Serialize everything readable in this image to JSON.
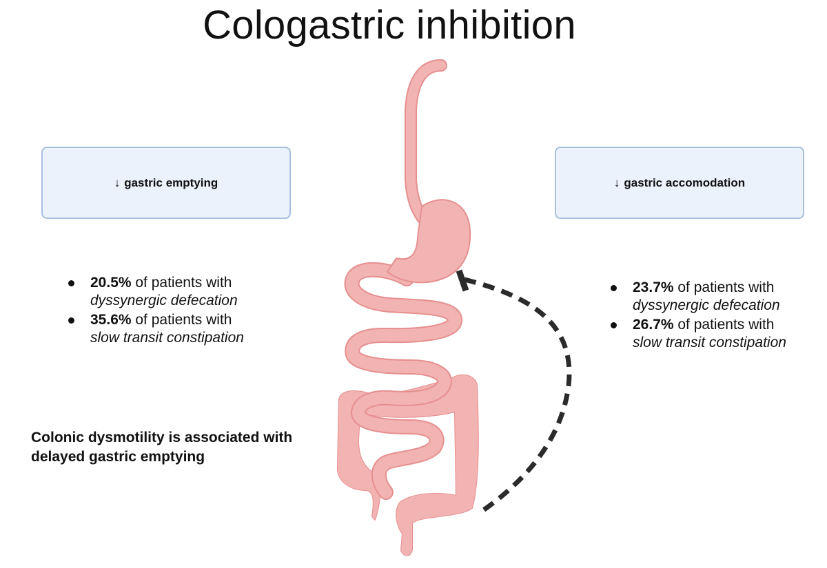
{
  "title": "Cologastric inhibition",
  "left_box": {
    "arrow": "↓",
    "label": "gastric emptying"
  },
  "right_box": {
    "arrow": "↓",
    "label": "gastric accomodation"
  },
  "left_stats": [
    {
      "percent": "20.5%",
      "text": " of patients with",
      "condition": "dyssynergic defecation"
    },
    {
      "percent": "35.6%",
      "text": " of patients with",
      "condition": "slow transit constipation"
    }
  ],
  "right_stats": [
    {
      "percent": "23.7%",
      "text": " of patients with",
      "condition": "dyssynergic defecation"
    },
    {
      "percent": "26.7%",
      "text": " of patients with",
      "condition": "slow transit constipation"
    }
  ],
  "note": "Colonic dysmotility is associated with delayed gastric emptying",
  "colors": {
    "gi_fill": "#f2b3b3",
    "gi_outline": "#e68f8f",
    "box_fill": "#ebf2fb",
    "box_border": "#a9bfdd",
    "inhibition_line": "#2b2b2b"
  },
  "icons": [
    "gastrointestinal-tract-illustration",
    "inhibition-dashed-line"
  ]
}
